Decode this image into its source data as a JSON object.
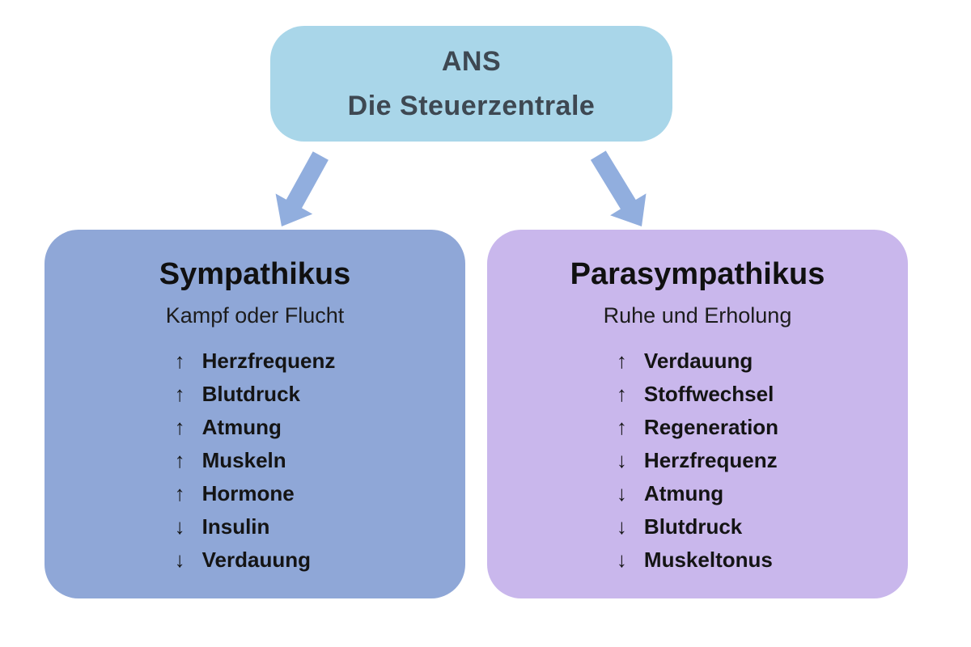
{
  "header": {
    "line1": "ANS",
    "line2": "Die Steuerzentrale"
  },
  "left_branch": {
    "title": "Sympathikus",
    "subtitle": "Kampf oder Flucht",
    "items": [
      {
        "glyph": "↑",
        "label": "Herzfrequenz"
      },
      {
        "glyph": "↑",
        "label": "Blutdruck"
      },
      {
        "glyph": "↑",
        "label": "Atmung"
      },
      {
        "glyph": "↑",
        "label": "Muskeln"
      },
      {
        "glyph": "↑",
        "label": "Hormone"
      },
      {
        "glyph": "↓",
        "label": "Insulin"
      },
      {
        "glyph": "↓",
        "label": "Verdauung"
      }
    ]
  },
  "right_branch": {
    "title": "Parasympathikus",
    "subtitle": "Ruhe und Erholung",
    "items": [
      {
        "glyph": "↑",
        "label": "Verdauung"
      },
      {
        "glyph": "↑",
        "label": "Stoffwechsel"
      },
      {
        "glyph": "↑",
        "label": "Regeneration"
      },
      {
        "glyph": "↓",
        "label": "Herzfrequenz"
      },
      {
        "glyph": "↓",
        "label": "Atmung"
      },
      {
        "glyph": "↓",
        "label": "Blutdruck"
      },
      {
        "glyph": "↓",
        "label": "Muskeltonus"
      }
    ]
  },
  "colors": {
    "header_bg": "#a9d6e9",
    "left_bg": "#8fa7d7",
    "right_bg": "#c9b7ec",
    "connector_arrow": "#91aede"
  }
}
